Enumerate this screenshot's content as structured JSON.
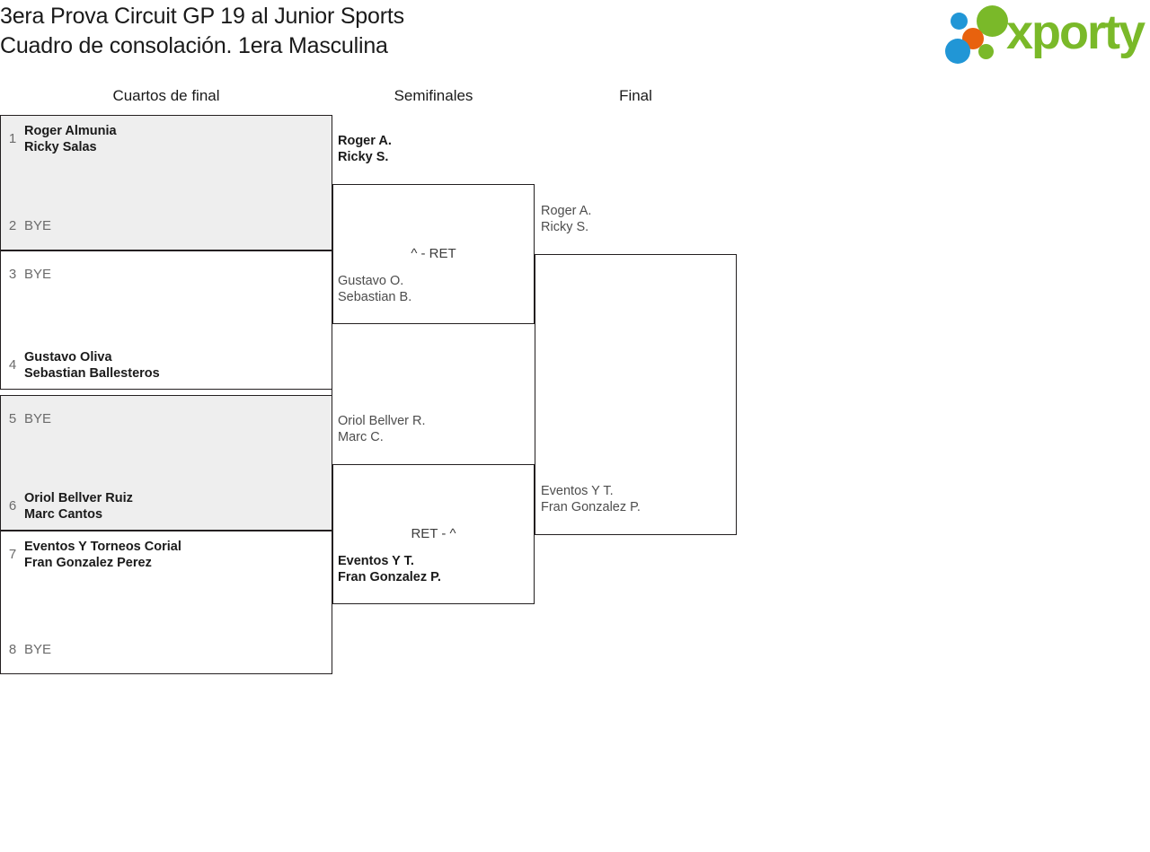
{
  "header": {
    "title_line1": "3era Prova Circuit GP 19 al Junior Sports",
    "title_line2": "Cuadro de consolación. 1era Masculina",
    "logo_text": "xporty",
    "logo_colors": {
      "green": "#7ab929",
      "blue": "#2196d6",
      "orange": "#e8620e"
    }
  },
  "rounds": [
    {
      "label": "Cuartos de final"
    },
    {
      "label": "Semifinales"
    },
    {
      "label": "Final"
    }
  ],
  "bracket": {
    "round1": [
      {
        "match_index": 0,
        "top": {
          "seed": "1",
          "line1": "Roger Almunia",
          "line2": "Ricky Salas",
          "state": "winner"
        },
        "bottom": {
          "seed": "2",
          "line1": "BYE",
          "line2": "",
          "state": "bye"
        }
      },
      {
        "match_index": 1,
        "top": {
          "seed": "3",
          "line1": "BYE",
          "line2": "",
          "state": "bye"
        },
        "bottom": {
          "seed": "4",
          "line1": "Gustavo Oliva",
          "line2": "Sebastian Ballesteros",
          "state": "winner"
        }
      },
      {
        "match_index": 2,
        "top": {
          "seed": "5",
          "line1": "BYE",
          "line2": "",
          "state": "bye"
        },
        "bottom": {
          "seed": "6",
          "line1": "Oriol Bellver Ruiz",
          "line2": "Marc Cantos",
          "state": "winner"
        }
      },
      {
        "match_index": 3,
        "top": {
          "seed": "7",
          "line1": "Eventos Y Torneos Corial",
          "line2": "Fran Gonzalez Perez",
          "state": "winner"
        },
        "bottom": {
          "seed": "8",
          "line1": "BYE",
          "line2": "",
          "state": "bye"
        }
      }
    ],
    "round2": [
      {
        "match_index": 0,
        "score": "^ - RET",
        "top": {
          "line1": "Roger A.",
          "line2": "Ricky S.",
          "state": "winner"
        },
        "bottom": {
          "line1": "Gustavo O.",
          "line2": "Sebastian B.",
          "state": "loser"
        }
      },
      {
        "match_index": 1,
        "score": "RET - ^",
        "top": {
          "line1": "Oriol Bellver R.",
          "line2": "Marc C.",
          "state": "loser"
        },
        "bottom": {
          "line1": "Eventos Y T.",
          "line2": "Fran Gonzalez P.",
          "state": "winner"
        }
      }
    ],
    "round3": [
      {
        "match_index": 0,
        "score": "",
        "top": {
          "line1": "Roger A.",
          "line2": "Ricky S.",
          "state": "loser"
        },
        "bottom": {
          "line1": "Eventos Y T.",
          "line2": "Fran Gonzalez P.",
          "state": "loser"
        }
      }
    ]
  }
}
